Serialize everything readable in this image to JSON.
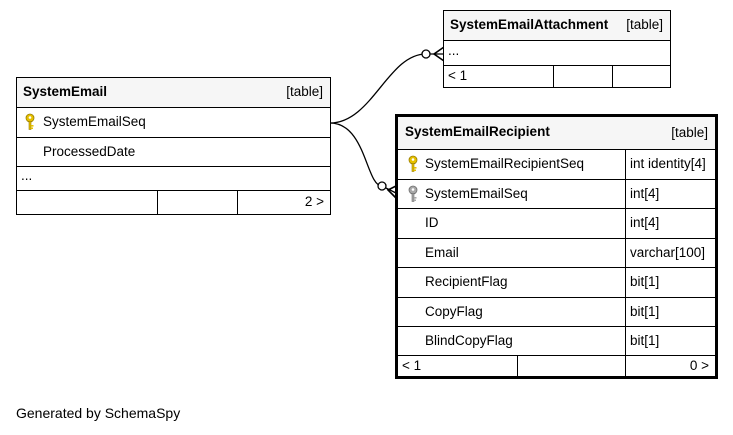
{
  "colors": {
    "primary_key": "#e6c000",
    "foreign_key": "#a8a8a8",
    "header_bg": "#f6f6f6"
  },
  "attachment": {
    "name": "SystemEmailAttachment",
    "type": "[table]",
    "more": "...",
    "nav_parents": "< 1"
  },
  "email": {
    "name": "SystemEmail",
    "type": "[table]",
    "columns": [
      {
        "name": "SystemEmailSeq",
        "key": "primary-key-icon"
      },
      {
        "name": "ProcessedDate"
      }
    ],
    "more": "...",
    "nav_children": "2 >"
  },
  "recipient": {
    "name": "SystemEmailRecipient",
    "type": "[table]",
    "columns": [
      {
        "name": "SystemEmailRecipientSeq",
        "type": "int identity[4]",
        "key": "primary-key-icon"
      },
      {
        "name": "SystemEmailSeq",
        "type": "int[4]",
        "key": "foreign-key-icon"
      },
      {
        "name": "ID",
        "type": "int[4]"
      },
      {
        "name": "Email",
        "type": "varchar[100]"
      },
      {
        "name": "RecipientFlag",
        "type": "bit[1]"
      },
      {
        "name": "CopyFlag",
        "type": "bit[1]"
      },
      {
        "name": "BlindCopyFlag",
        "type": "bit[1]"
      }
    ],
    "nav_parents": "< 1",
    "nav_children": "0 >"
  },
  "footer": "Generated by SchemaSpy"
}
